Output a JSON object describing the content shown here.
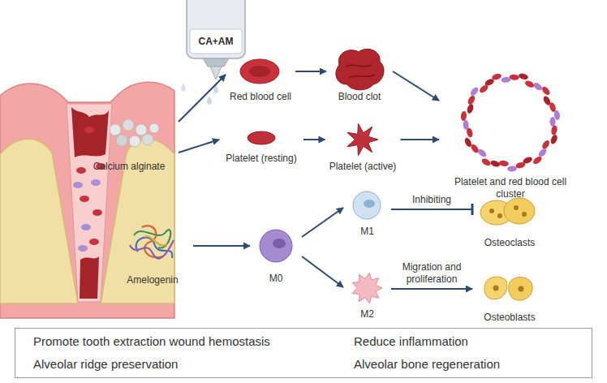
{
  "diagram": {
    "nodes": [
      {
        "text": [
          "CA+AM"
        ]
      },
      {
        "text": [
          "Calcium alginate"
        ]
      },
      {
        "text": [
          "Red blood cell"
        ]
      },
      {
        "text": [
          "Blood clot"
        ]
      },
      {
        "text": [
          "Platelet (resting)"
        ]
      },
      {
        "text": [
          "Platelet (active)"
        ]
      },
      {
        "text": [
          "Platelet and red blood cell cluster"
        ]
      },
      {
        "text": [
          "Amelogenin"
        ]
      },
      {
        "text": [
          "M0"
        ]
      },
      {
        "text": [
          "M1"
        ]
      },
      {
        "text": [
          "M2"
        ]
      },
      {
        "text": [
          "Osteoclasts"
        ]
      },
      {
        "text": [
          "Osteoblasts"
        ]
      },
      {
        "text": [
          "Promote tooth extraction wound hemostasis",
          "Reduce inflammation",
          "Alveolar ridge preservation",
          "Alveolar bone regeneration"
        ]
      }
    ],
    "edges": [
      {
        "from": 1,
        "to": 2,
        "arrow": "to"
      },
      {
        "from": 1,
        "to": 4,
        "arrow": "to"
      },
      {
        "from": 2,
        "to": 3,
        "arrow": "to"
      },
      {
        "from": 4,
        "to": 5,
        "arrow": "to"
      },
      {
        "from": 3,
        "to": 6,
        "arrow": "to"
      },
      {
        "from": 5,
        "to": 6,
        "arrow": "to"
      },
      {
        "from": 7,
        "to": 8,
        "arrow": "to"
      },
      {
        "from": 8,
        "to": 9,
        "arrow": "to"
      },
      {
        "from": 8,
        "to": 10,
        "arrow": "to"
      },
      {
        "from": 9,
        "to": 11,
        "label": "Inhibiting",
        "arrow": "to"
      },
      {
        "from": 10,
        "to": 12,
        "label": "Migration and proliferation",
        "arrow": "to"
      }
    ]
  }
}
